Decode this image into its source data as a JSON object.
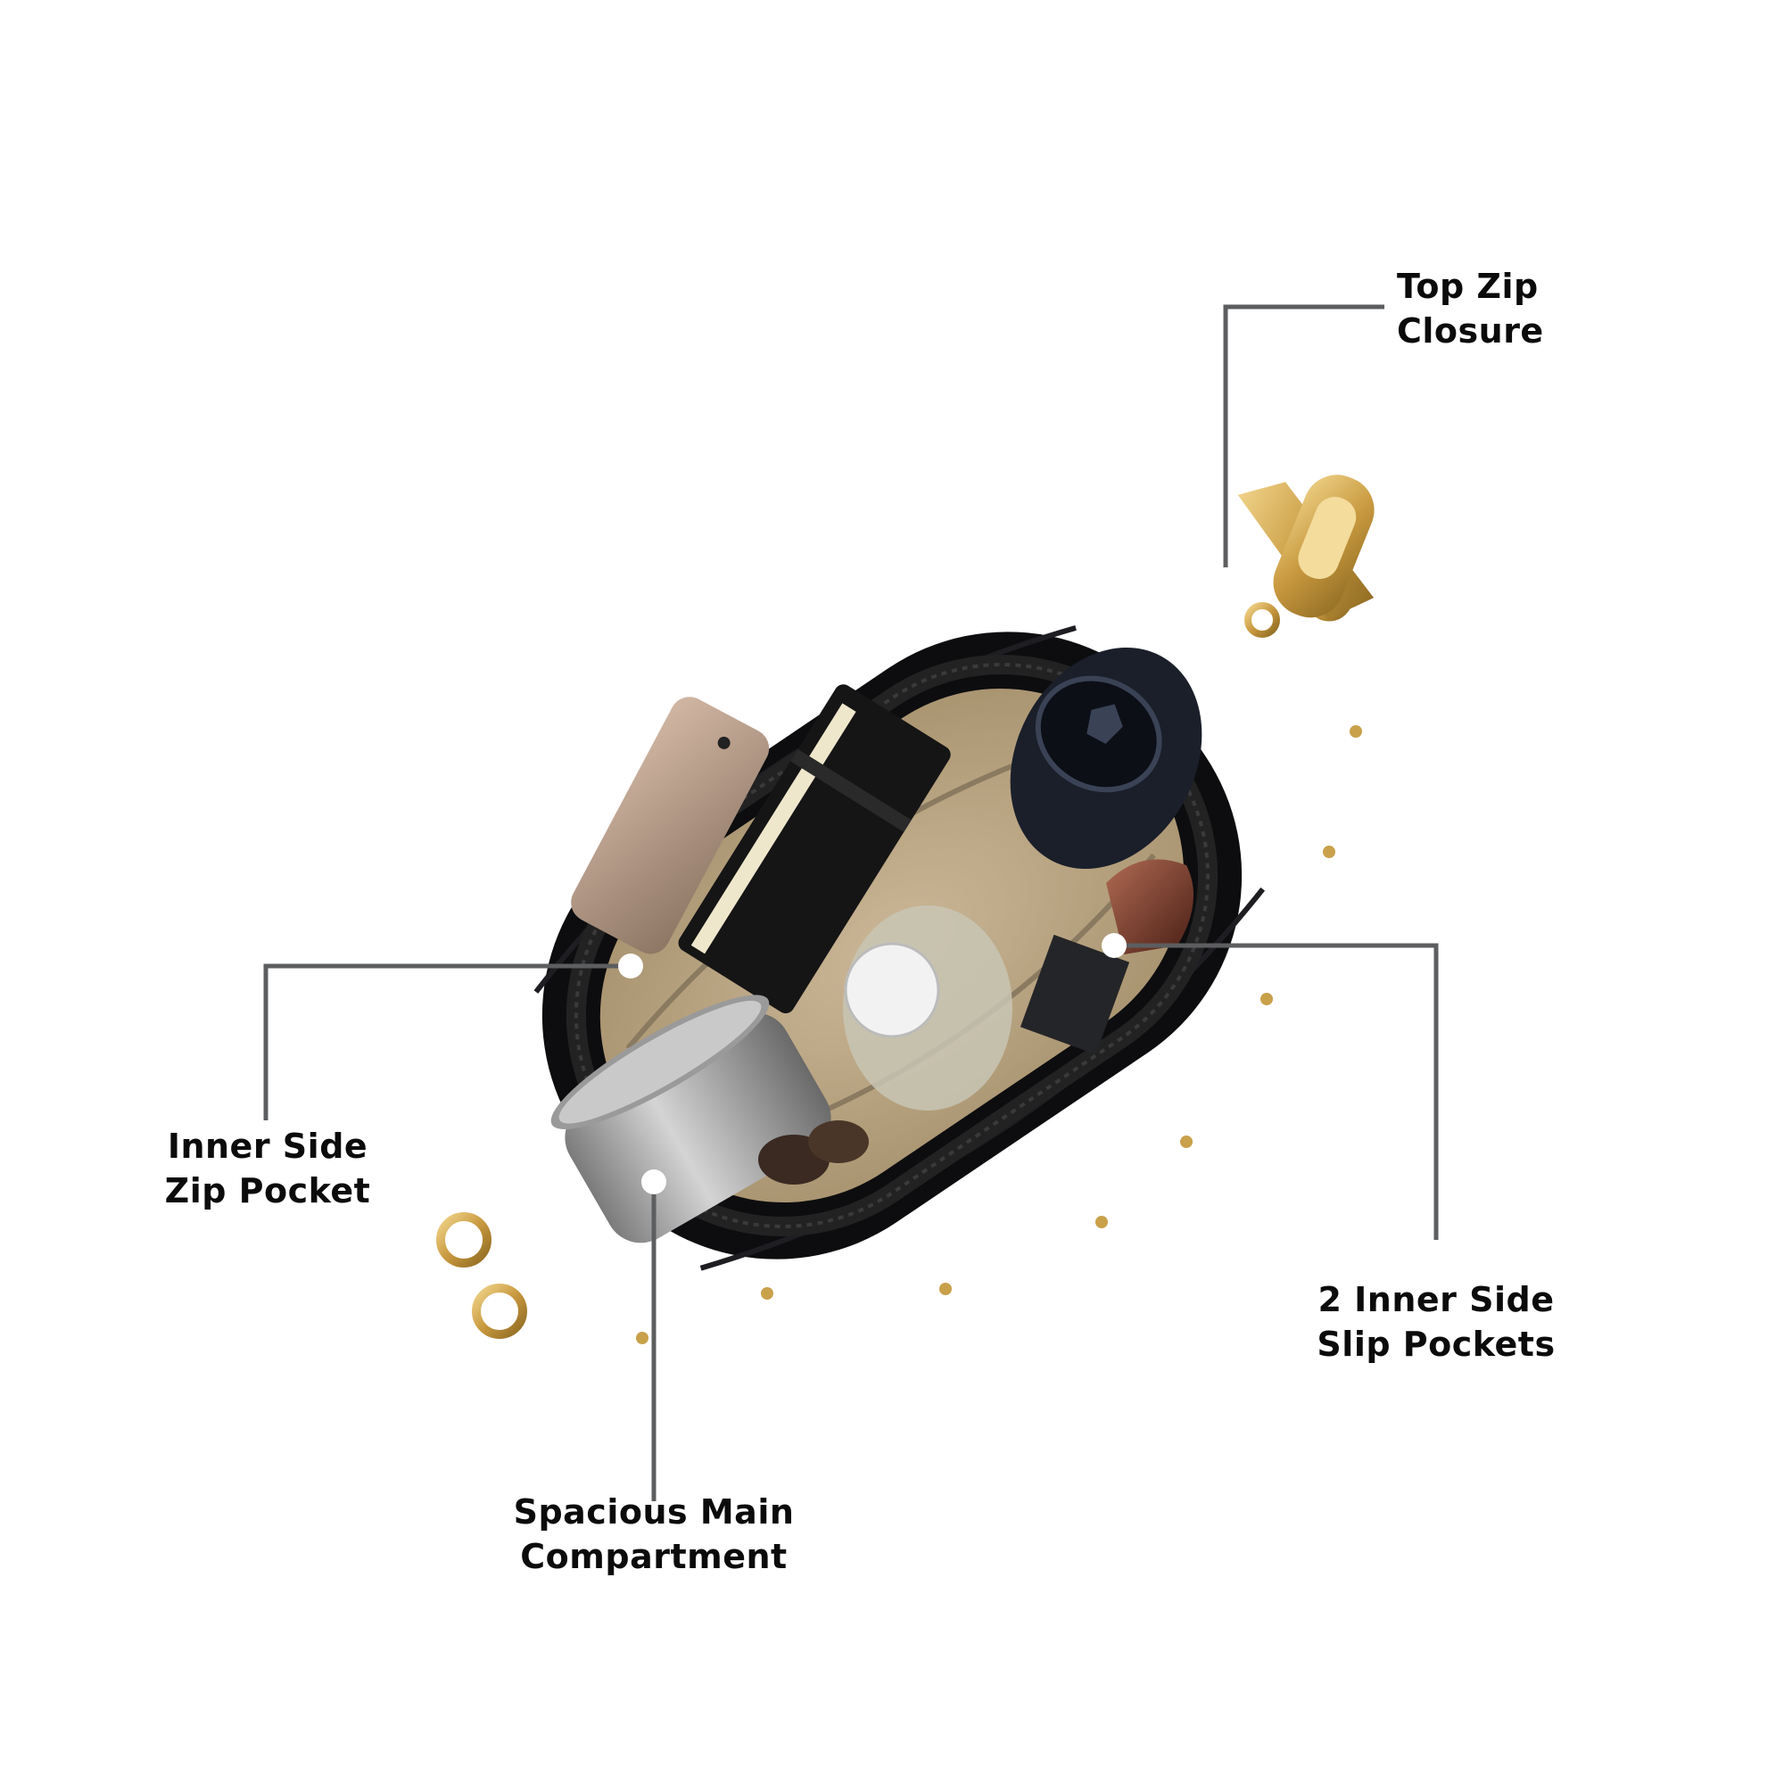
{
  "colors": {
    "background": "#ffffff",
    "bag_body": "#0d0d0f",
    "lining": "#cdb89a",
    "hardware_gold": "#c9a14a",
    "leader_line": "#5d5e60",
    "label_text": "#0b0b0b"
  },
  "callouts": {
    "top_zip": {
      "line1": "Top Zip",
      "line2": "Closure"
    },
    "inner_zip_pocket": {
      "line1": "Inner Side",
      "line2": "Zip Pocket"
    },
    "slip_pockets": {
      "line1": "2 Inner Side",
      "line2": "Slip Pockets"
    },
    "main_compartment": {
      "line1": "Spacious Main",
      "line2": "Compartment"
    }
  }
}
